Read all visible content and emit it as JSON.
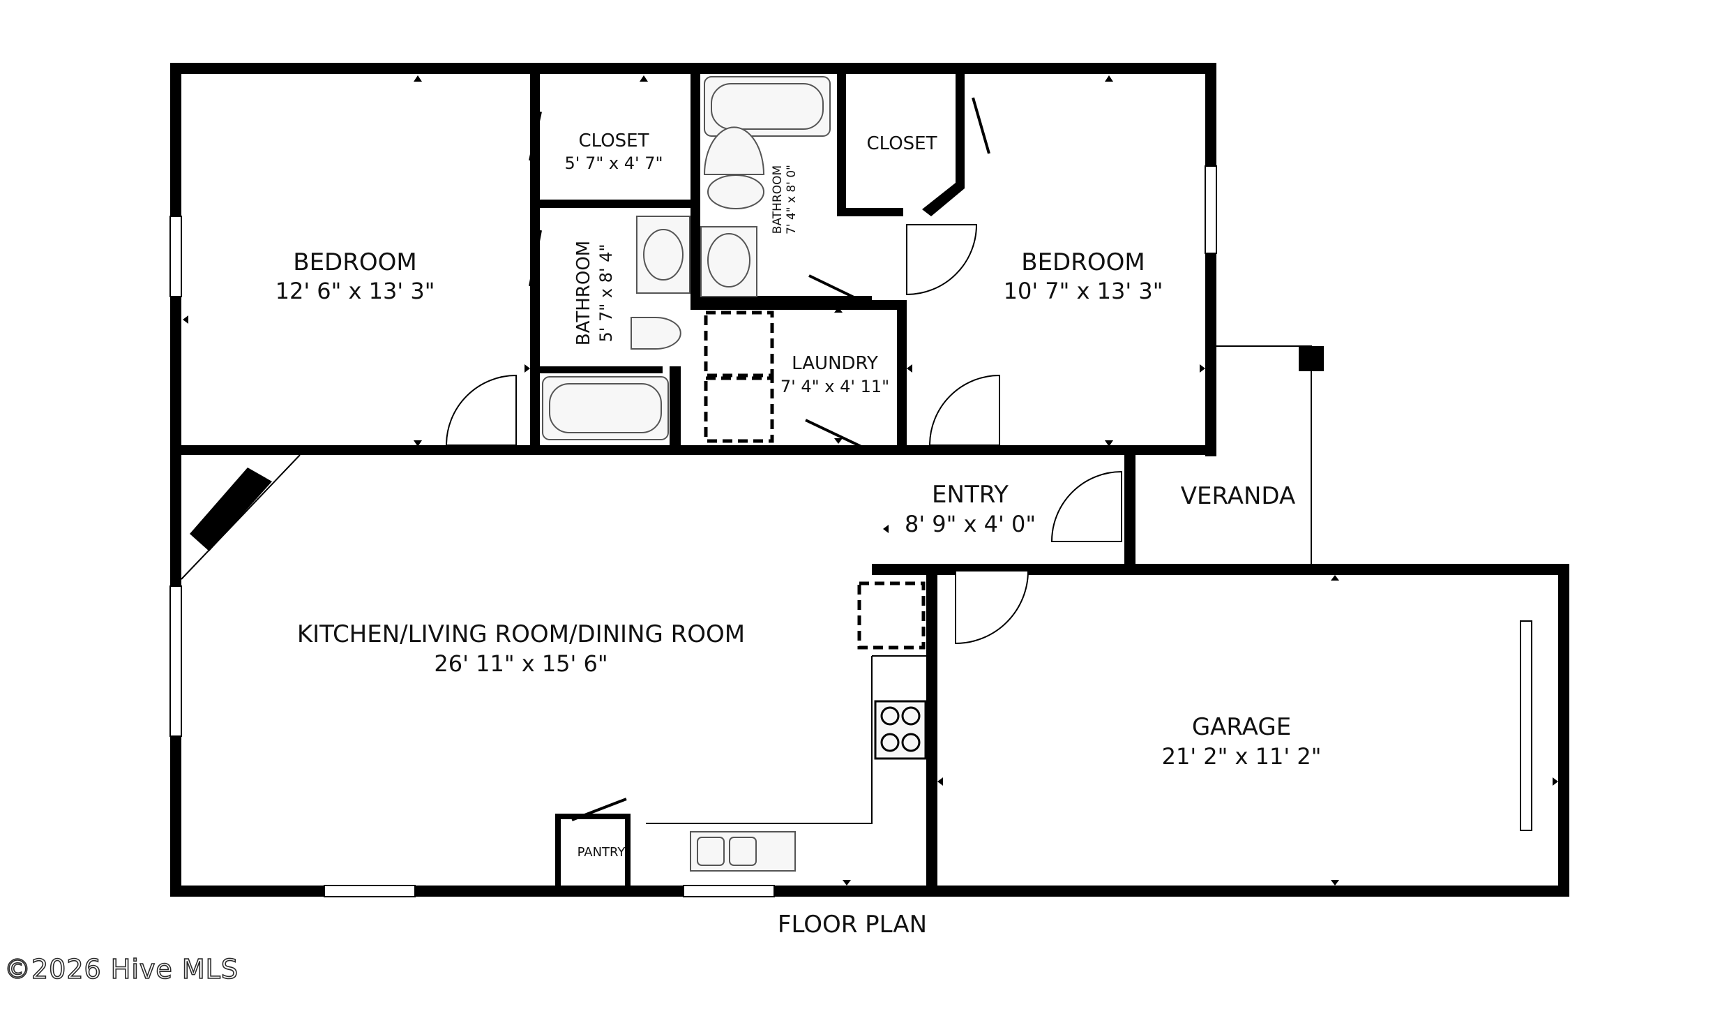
{
  "colors": {
    "wall": "#000000",
    "background": "#ffffff",
    "fixture_stroke": "#555555",
    "fixture_fill": "#f7f7f7"
  },
  "rooms": {
    "bedroom_left": {
      "name": "BEDROOM",
      "dims": "12' 6\" x 13' 3\""
    },
    "closet_left": {
      "name": "CLOSET",
      "dims": "5' 7\" x 4' 7\""
    },
    "bathroom_left": {
      "name": "BATHROOM",
      "dims": "5' 7\" x 8' 4\""
    },
    "bathroom_right": {
      "name": "BATHROOM",
      "dims": "7' 4\" x 8' 0\""
    },
    "closet_right": {
      "name": "CLOSET"
    },
    "bedroom_right": {
      "name": "BEDROOM",
      "dims": "10' 7\" x 13' 3\""
    },
    "laundry": {
      "name": "LAUNDRY",
      "dims": "7' 4\" x 4' 11\""
    },
    "entry": {
      "name": "ENTRY",
      "dims": "8' 9\" x 4' 0\""
    },
    "veranda": {
      "name": "VERANDA"
    },
    "kitchen": {
      "name": "KITCHEN/LIVING ROOM/DINING ROOM",
      "dims": "26' 11\" x 15' 6\""
    },
    "pantry": {
      "name": "PANTRY"
    },
    "garage": {
      "name": "GARAGE",
      "dims": "21' 2\" x 11' 2\""
    }
  },
  "caption": "FLOOR PLAN",
  "watermark": "©2026 Hive MLS"
}
